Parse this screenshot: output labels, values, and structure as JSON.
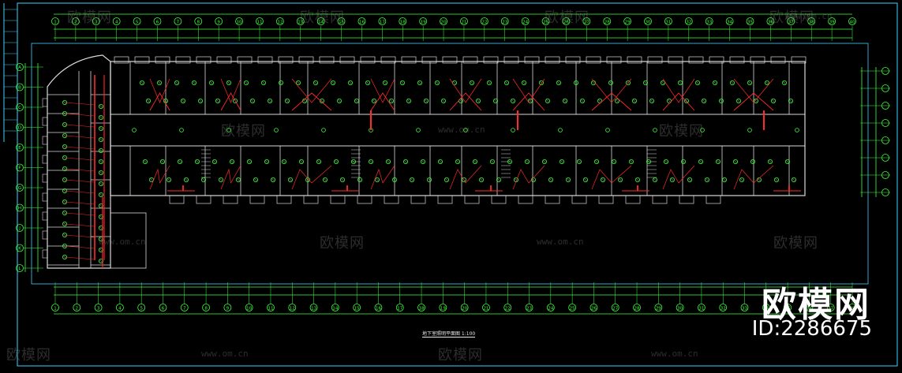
{
  "drawing": {
    "title_block_label": "地下室照明平面图 1:100",
    "colors": {
      "background": "#000000",
      "walls": "#d9d9d9",
      "dimension_lines": "#3cff3c",
      "fixtures": "#3cff3c",
      "wiring": "#ff2a2a",
      "frame": "#3ccfff"
    },
    "top_axis_labels": [
      "1",
      "2",
      "3",
      "4",
      "5",
      "6",
      "7",
      "8",
      "9",
      "10",
      "11",
      "12",
      "13",
      "14",
      "15",
      "16",
      "17",
      "18",
      "19",
      "20",
      "21",
      "22",
      "23",
      "24",
      "25",
      "26",
      "27",
      "28",
      "29",
      "30",
      "31",
      "32",
      "33",
      "34",
      "35",
      "36",
      "37",
      "38",
      "39",
      "40"
    ],
    "bottom_axis_labels": [
      "1",
      "2",
      "3",
      "4",
      "5",
      "6",
      "7",
      "8",
      "9",
      "10",
      "11",
      "12",
      "13",
      "14",
      "15",
      "16",
      "17",
      "18",
      "19",
      "20",
      "21",
      "22",
      "23",
      "24",
      "25",
      "26",
      "27",
      "28",
      "29",
      "30",
      "31",
      "32",
      "33",
      "34",
      "35",
      "36",
      "37",
      "38"
    ],
    "left_axis_labels": [
      "A",
      "B",
      "C",
      "D",
      "E",
      "F",
      "G",
      "H",
      "J",
      "K",
      "L"
    ]
  },
  "watermark": {
    "brand_text": "欧模网",
    "url_text": "www.om.cn",
    "id_text": "ID:2286675"
  }
}
